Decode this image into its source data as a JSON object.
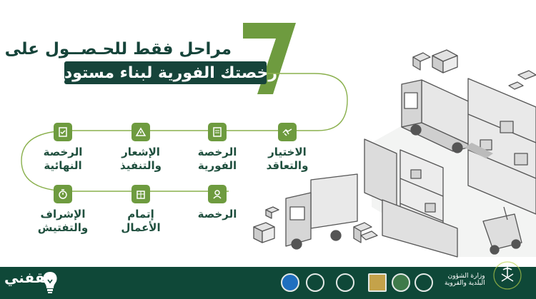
{
  "title": {
    "number": "7",
    "line1": "مراحل فقط للحـصــول على",
    "line2": "رخصتك الفورية لبناء مستودع"
  },
  "steps": [
    {
      "label": "الاختيار\nوالتعاقد",
      "icon": "handshake-icon"
    },
    {
      "label": "الرخصة\nالفورية",
      "icon": "document-icon"
    },
    {
      "label": "الإشعار\nوالتنفيذ",
      "icon": "construction-icon"
    },
    {
      "label": "الرخصة\nالنهائية",
      "icon": "checklist-icon"
    },
    {
      "label": "الرخصة",
      "icon": "worker-icon"
    },
    {
      "label": "إتمام\nالأعمال",
      "icon": "building-icon"
    },
    {
      "label": "الإشراف\nوالتفتيش",
      "icon": "stopwatch-icon"
    }
  ],
  "footer": {
    "site_name": "ثقفني",
    "ministry_name": "وزارة الشؤون\nالبلدية والقروية"
  },
  "colors": {
    "dark_green": "#16443a",
    "accent_green": "#6e9b3f",
    "footer_green": "#0f4838"
  }
}
